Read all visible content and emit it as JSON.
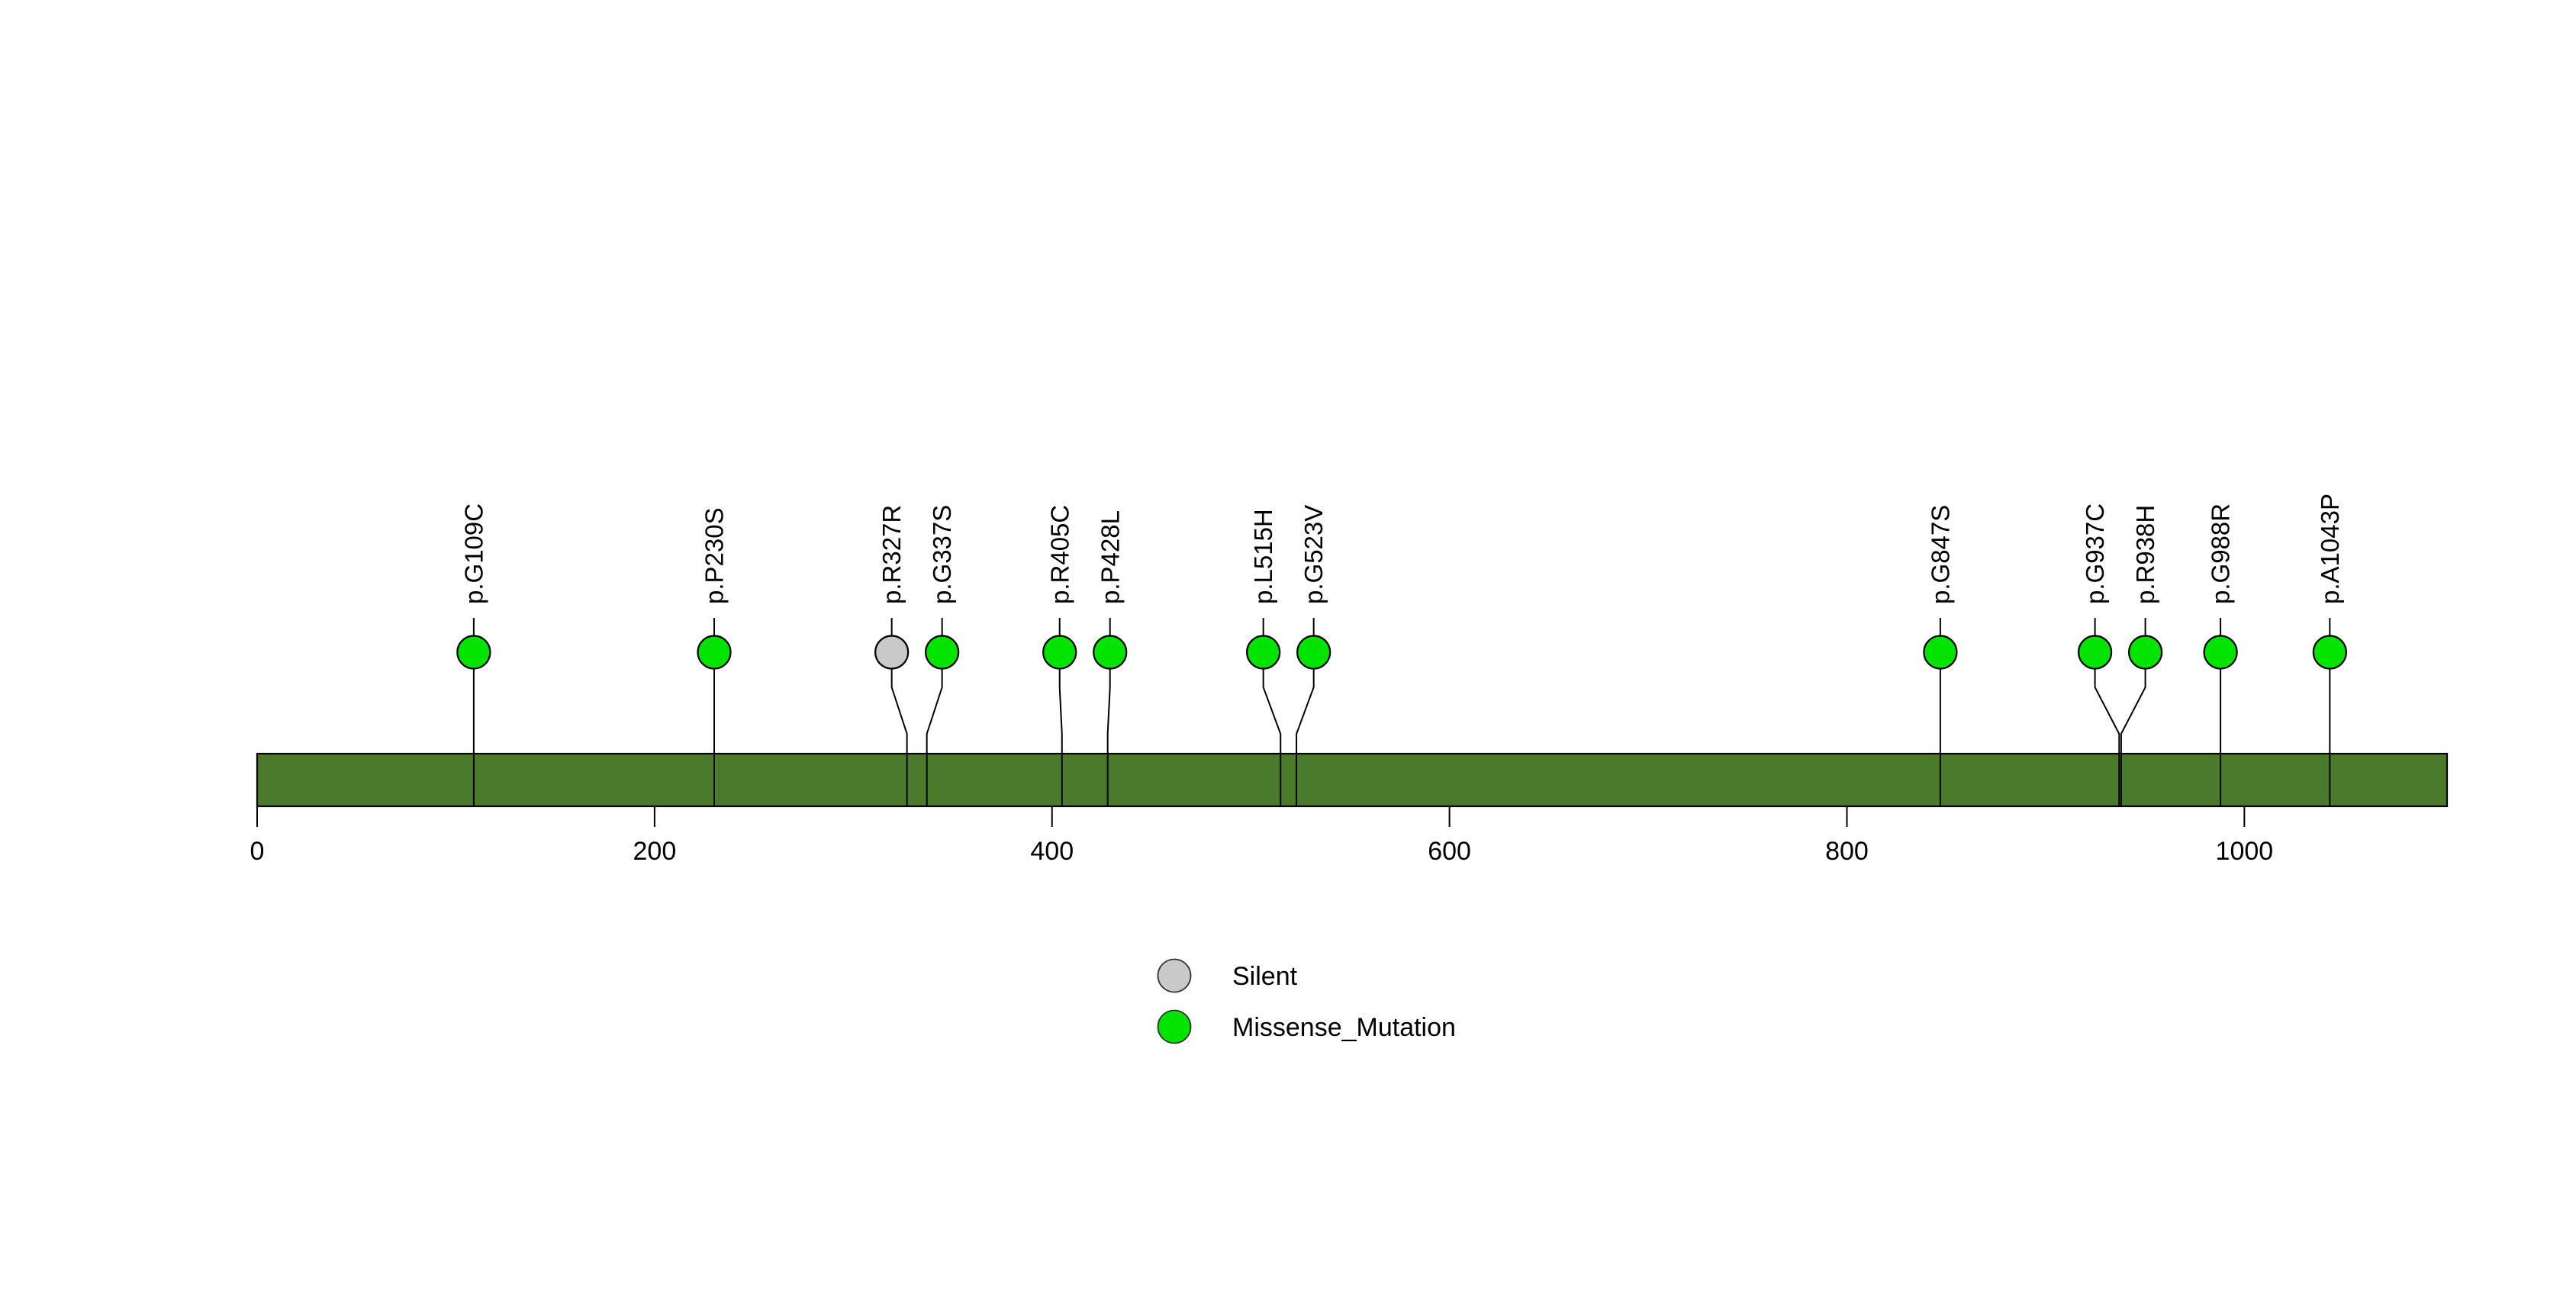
{
  "figure": {
    "background_color": "#FFFFFF",
    "title": ""
  },
  "chart_data": {
    "type": "scatter",
    "subtype": "protein-lollipop-mutation-plot",
    "title": "",
    "xlabel": "",
    "ylabel": "",
    "grid": false,
    "protein_length": 1102,
    "xlim": [
      0,
      1102
    ],
    "x_ticks": [
      0,
      200,
      400,
      600,
      800,
      1000
    ],
    "mutations": [
      {
        "label": "p.G109C",
        "position": 109,
        "classification": "Missense_Mutation"
      },
      {
        "label": "p.P230S",
        "position": 230,
        "classification": "Missense_Mutation"
      },
      {
        "label": "p.R327R",
        "position": 327,
        "classification": "Silent"
      },
      {
        "label": "p.G337S",
        "position": 337,
        "classification": "Missense_Mutation"
      },
      {
        "label": "p.R405C",
        "position": 405,
        "classification": "Missense_Mutation"
      },
      {
        "label": "p.P428L",
        "position": 428,
        "classification": "Missense_Mutation"
      },
      {
        "label": "p.L515H",
        "position": 515,
        "classification": "Missense_Mutation"
      },
      {
        "label": "p.G523V",
        "position": 523,
        "classification": "Missense_Mutation"
      },
      {
        "label": "p.G847S",
        "position": 847,
        "classification": "Missense_Mutation"
      },
      {
        "label": "p.G937C",
        "position": 937,
        "classification": "Missense_Mutation"
      },
      {
        "label": "p.R938H",
        "position": 938,
        "classification": "Missense_Mutation"
      },
      {
        "label": "p.G988R",
        "position": 988,
        "classification": "Missense_Mutation"
      },
      {
        "label": "p.A1043P",
        "position": 1043,
        "classification": "Missense_Mutation"
      }
    ],
    "legend": {
      "position": "bottom-center",
      "entries": [
        {
          "label": "Silent",
          "color": "#C9C9C9"
        },
        {
          "label": "Missense_Mutation",
          "color": "#00E400"
        }
      ]
    },
    "colors": {
      "Silent": "#C9C9C9",
      "Missense_Mutation": "#00E400",
      "backbone": "#4A7B2D",
      "outline": "#000000"
    }
  }
}
